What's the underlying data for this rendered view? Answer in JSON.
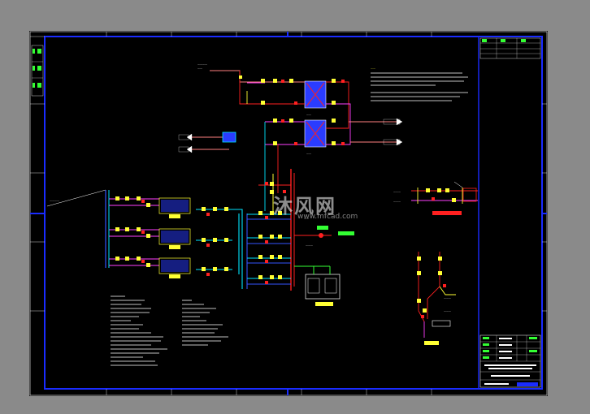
{
  "drawing": {
    "colors": {
      "background": "#000000",
      "frame": "#1a2cff",
      "pipe_hot": "#ff2020",
      "pipe_cold": "#00e5ff",
      "pipe_return": "#ff40ff",
      "pipe_blue": "#3355ff",
      "valve": "#ffff33",
      "label": "#ffffff",
      "green": "#33ff33"
    },
    "sections": [
      "heat-exchanger-group",
      "boiler-group",
      "pump-manifold",
      "legend-notes",
      "detail-valve-station",
      "detail-expansion",
      "title-block"
    ],
    "icons": [
      "valve-icon",
      "pump-icon",
      "heat-exchanger-icon",
      "boiler-icon",
      "tank-icon"
    ]
  },
  "watermark": {
    "brand": "沐风网",
    "url": "www.mfcad.com"
  }
}
